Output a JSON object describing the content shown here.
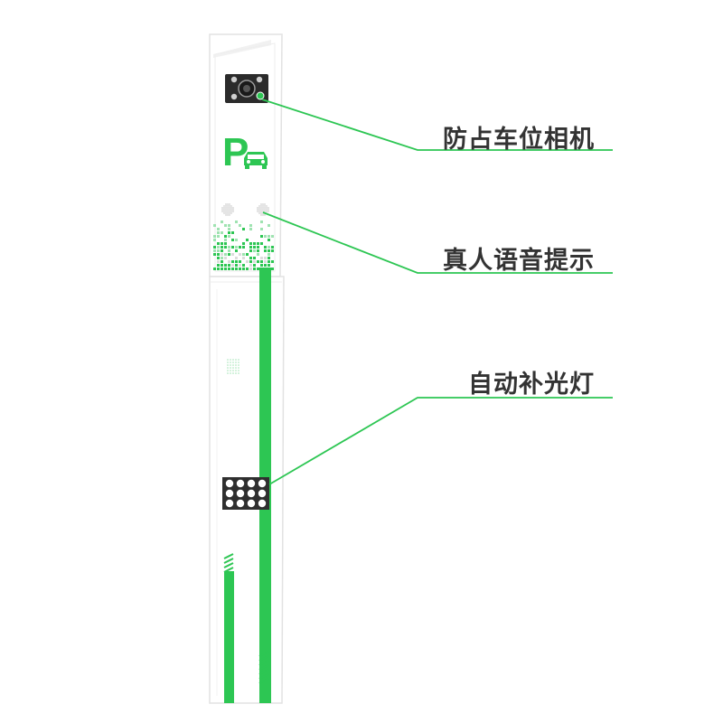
{
  "brand_color": "#2dc653",
  "callouts": {
    "camera": "防占车位相机",
    "voice": "真人语音提示",
    "light": "自动补光灯"
  },
  "icons": {
    "parking_sign": "parking-p-car-icon",
    "camera": "camera-module-icon",
    "speaker": "speaker-grille-icon",
    "fill_light": "led-fill-light-icon"
  },
  "sign": {
    "letter": "P"
  }
}
